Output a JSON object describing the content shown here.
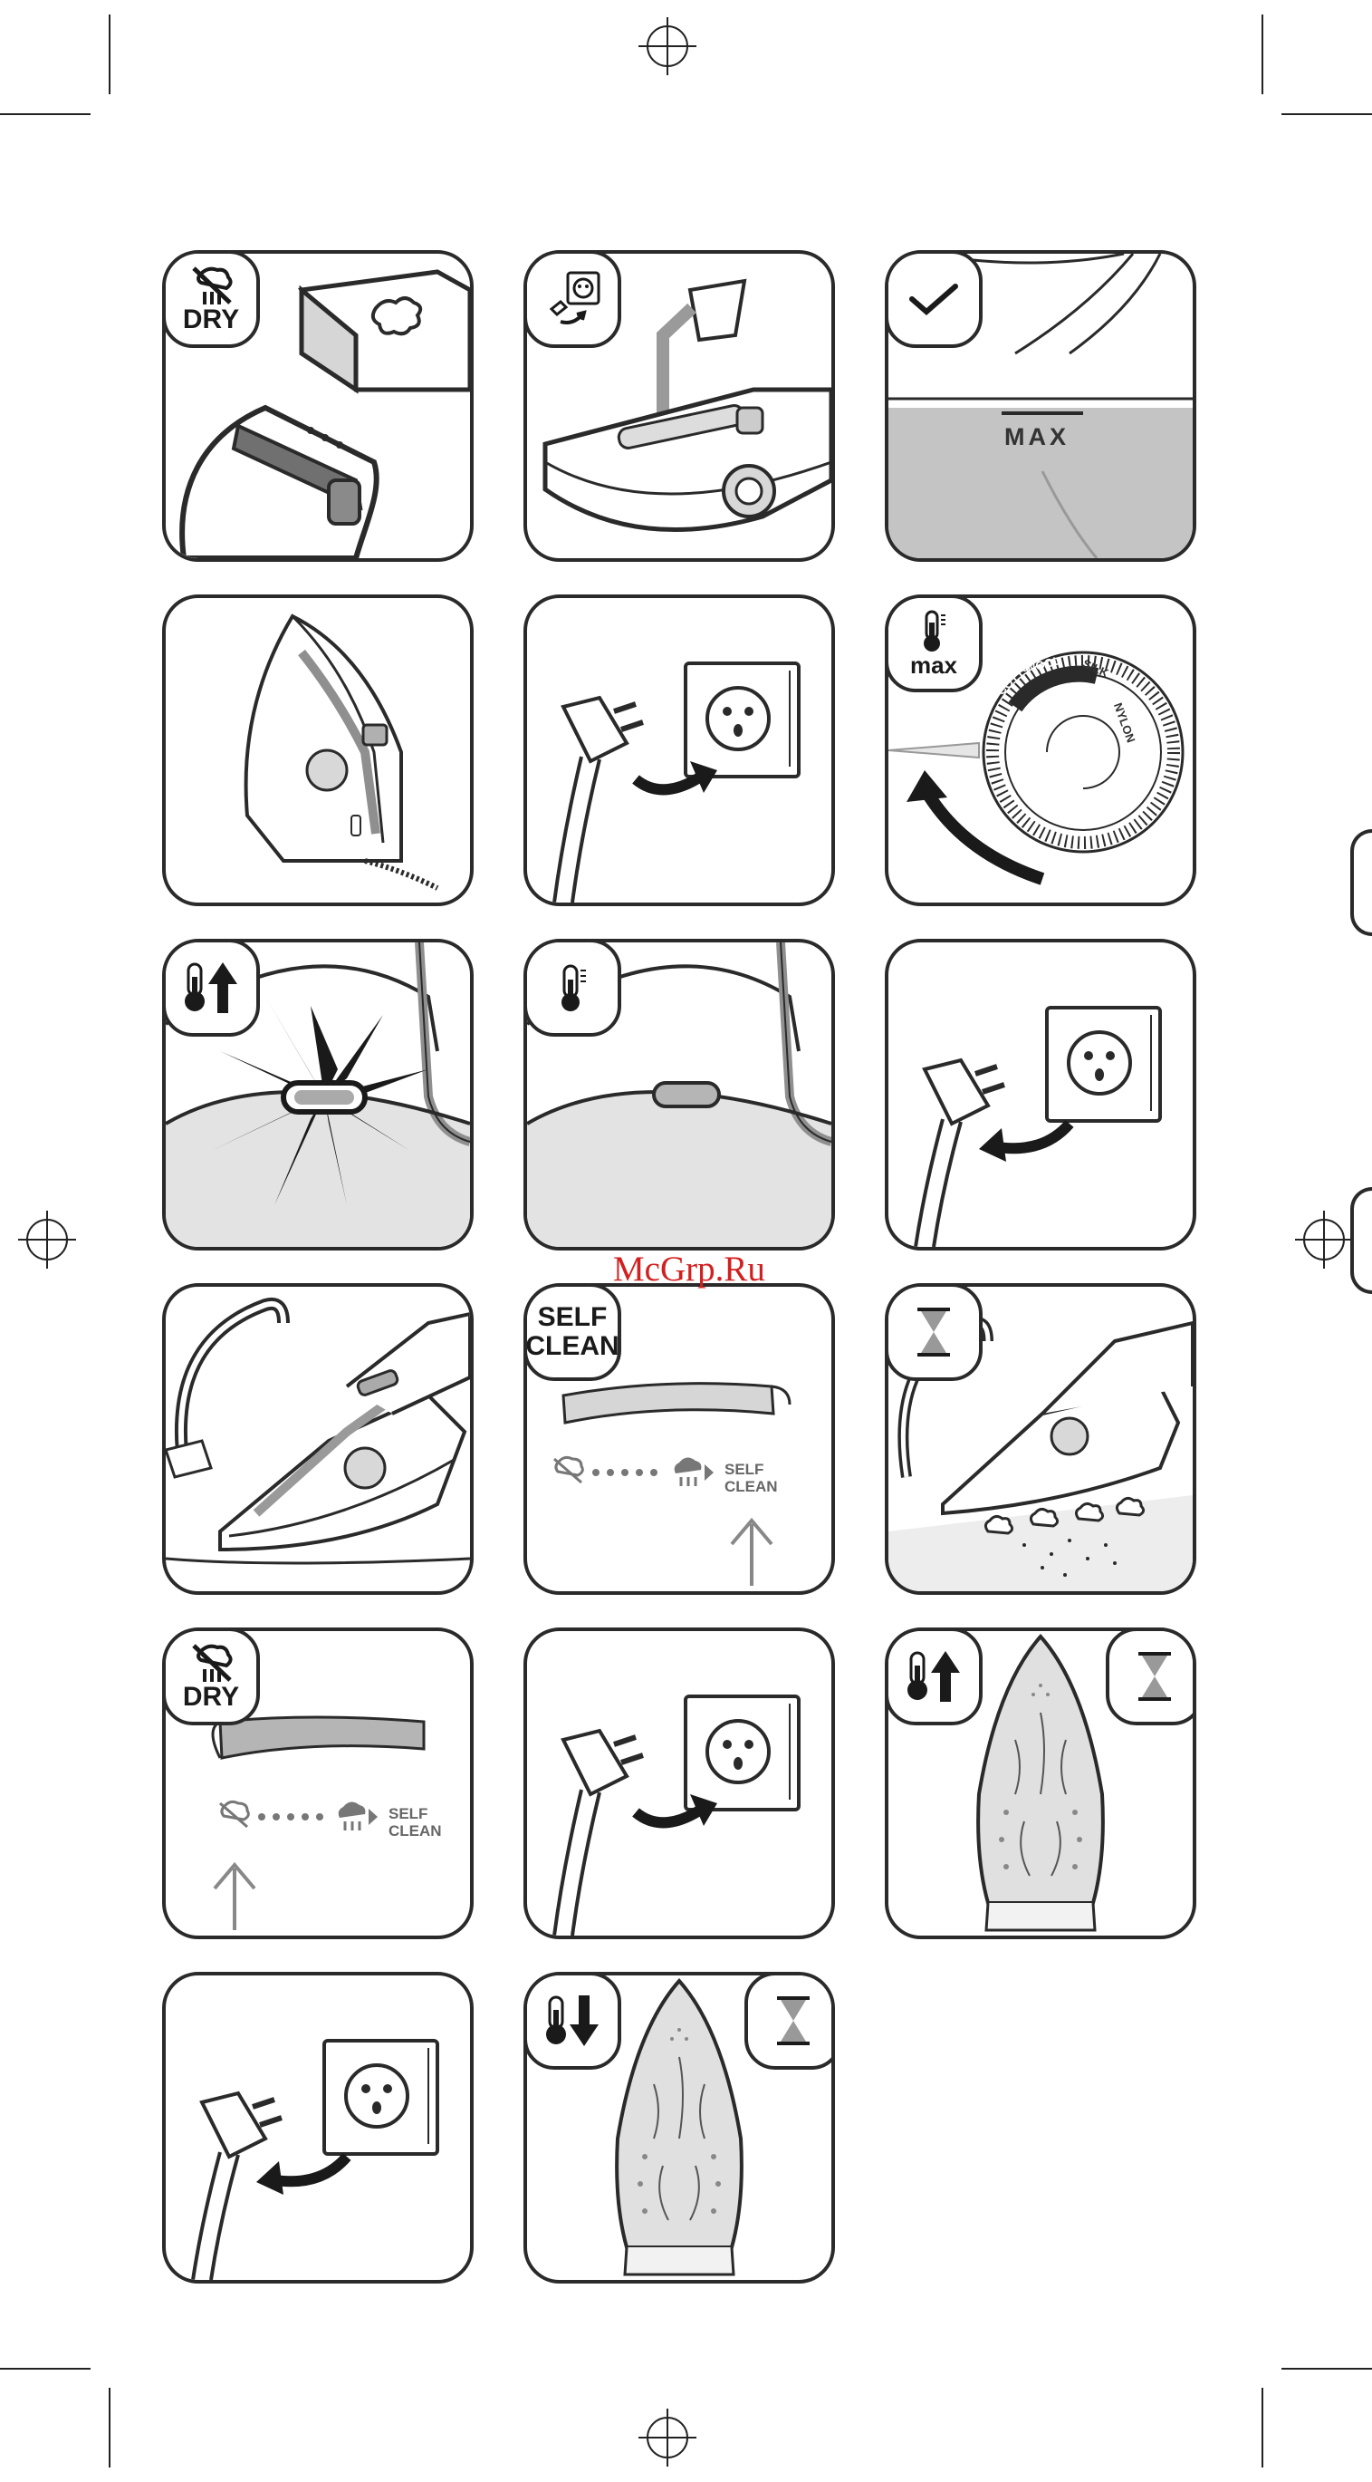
{
  "badges": {
    "dry": "DRY",
    "max": "max",
    "self_clean": [
      "SELF",
      "CLEAN"
    ]
  },
  "panels": {
    "water_level_max": "MAX",
    "dial_positions": [
      "LINEN",
      "COTTON",
      "WOOL",
      "SILK",
      "NYLON"
    ],
    "steam_scale_label": [
      "SELF",
      "CLEAN"
    ]
  },
  "icons": [
    "no-steam-icon",
    "plug-in-socket-icon",
    "checkmark-icon",
    "thermometer-icon",
    "temperature-up-icon",
    "temperature-down-icon",
    "hourglass-icon"
  ],
  "watermark": "McGrp.Ru",
  "colors": {
    "line": "#2a2a2a",
    "light_grey": "#e6e6e6",
    "mid_grey": "#b5b5b5",
    "water_grey": "#c4c4c4",
    "watermark": "#d21f1f"
  }
}
